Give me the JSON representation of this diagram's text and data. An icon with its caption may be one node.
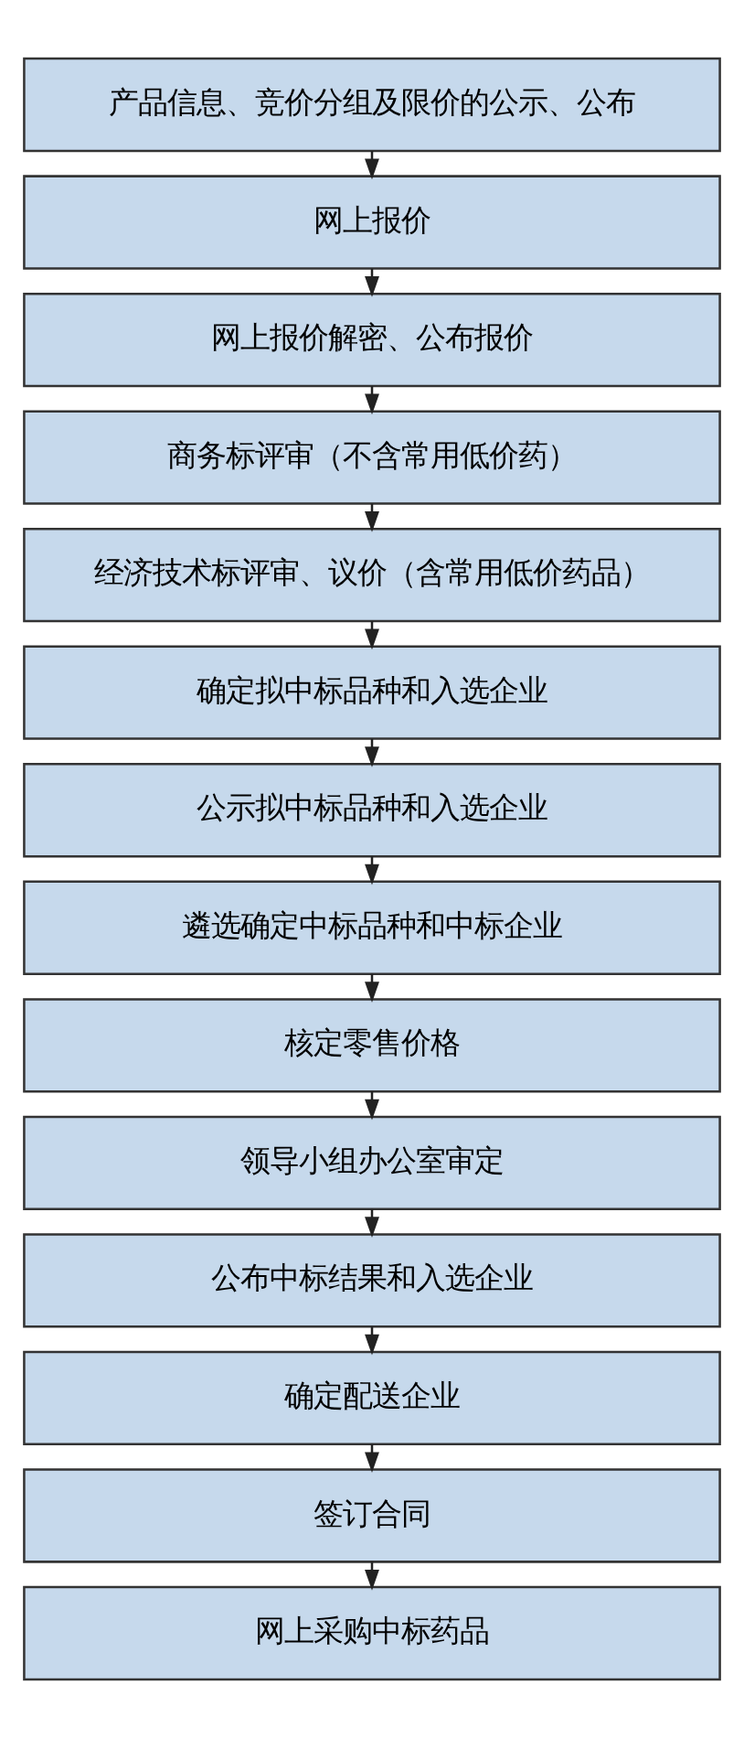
{
  "diagram": {
    "nodes": [
      {
        "text": [
          "产品信息、竞价分组及限价的公示、公布"
        ]
      },
      {
        "text": [
          "网上报价"
        ]
      },
      {
        "text": [
          "网上报价解密、公布报价"
        ]
      },
      {
        "text": [
          "商务标评审（不含常用低价药）"
        ]
      },
      {
        "text": [
          "经济技术标评审、议价（含常用低价药品）"
        ]
      },
      {
        "text": [
          "确定拟中标品种和入选企业"
        ]
      },
      {
        "text": [
          "公示拟中标品种和入选企业"
        ]
      },
      {
        "text": [
          "遴选确定中标品种和中标企业"
        ]
      },
      {
        "text": [
          "核定零售价格"
        ]
      },
      {
        "text": [
          "领导小组办公室审定"
        ]
      },
      {
        "text": [
          "公布中标结果和入选企业"
        ]
      },
      {
        "text": [
          "确定配送企业"
        ]
      },
      {
        "text": [
          "签订合同"
        ]
      },
      {
        "text": [
          "网上采购中标药品"
        ]
      }
    ],
    "edges": [
      {
        "from": 0,
        "to": 1,
        "arrow": "to"
      },
      {
        "from": 1,
        "to": 2,
        "arrow": "to"
      },
      {
        "from": 2,
        "to": 3,
        "arrow": "to"
      },
      {
        "from": 3,
        "to": 4,
        "arrow": "to"
      },
      {
        "from": 4,
        "to": 5,
        "arrow": "to"
      },
      {
        "from": 5,
        "to": 6,
        "arrow": "to"
      },
      {
        "from": 6,
        "to": 7,
        "arrow": "to"
      },
      {
        "from": 7,
        "to": 8,
        "arrow": "to"
      },
      {
        "from": 8,
        "to": 9,
        "arrow": "to"
      },
      {
        "from": 9,
        "to": 10,
        "arrow": "to"
      },
      {
        "from": 10,
        "to": 11,
        "arrow": "to"
      },
      {
        "from": 11,
        "to": 12,
        "arrow": "to"
      },
      {
        "from": 12,
        "to": 13,
        "arrow": "to"
      }
    ]
  }
}
